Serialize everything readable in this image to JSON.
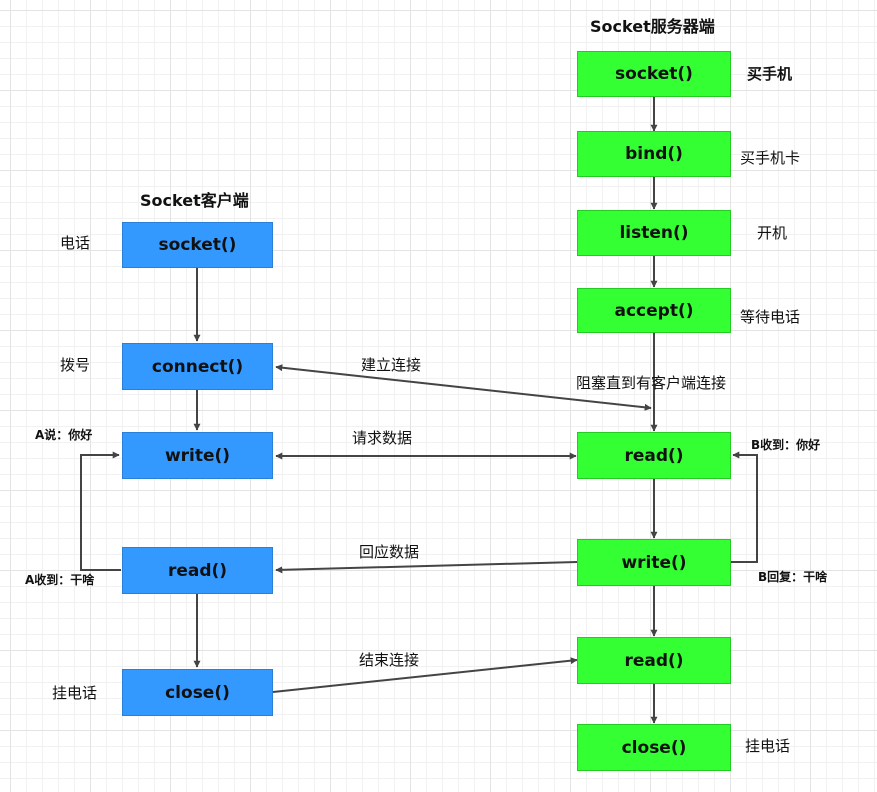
{
  "server": {
    "title": "Socket服务器端",
    "steps": [
      {
        "call": "socket()",
        "analogy": "买手机"
      },
      {
        "call": "bind()",
        "analogy": "买手机卡"
      },
      {
        "call": "listen()",
        "analogy": "开机"
      },
      {
        "call": "accept()",
        "analogy": "等待电话"
      },
      {
        "call": "read()",
        "analogy": ""
      },
      {
        "call": "write()",
        "analogy": ""
      },
      {
        "call": "read()",
        "analogy": ""
      },
      {
        "call": "close()",
        "analogy": "挂电话"
      }
    ],
    "block_note": "阻塞直到有客户端连接",
    "receive_note": "B收到：你好",
    "reply_note": "B回复：干啥"
  },
  "client": {
    "title": "Socket客户端",
    "steps": [
      {
        "call": "socket()",
        "analogy": "电话"
      },
      {
        "call": "connect()",
        "analogy": "拨号"
      },
      {
        "call": "write()",
        "analogy": ""
      },
      {
        "call": "read()",
        "analogy": ""
      },
      {
        "call": "close()",
        "analogy": "挂电话"
      }
    ],
    "say_note": "A说：你好",
    "receive_note": "A收到：干啥"
  },
  "links": {
    "connect": "建立连接",
    "request": "请求数据",
    "response": "回应数据",
    "close": "结束连接"
  },
  "colors": {
    "client_box": "#3399ff",
    "server_box": "#33ff33",
    "arrow": "#444444"
  }
}
